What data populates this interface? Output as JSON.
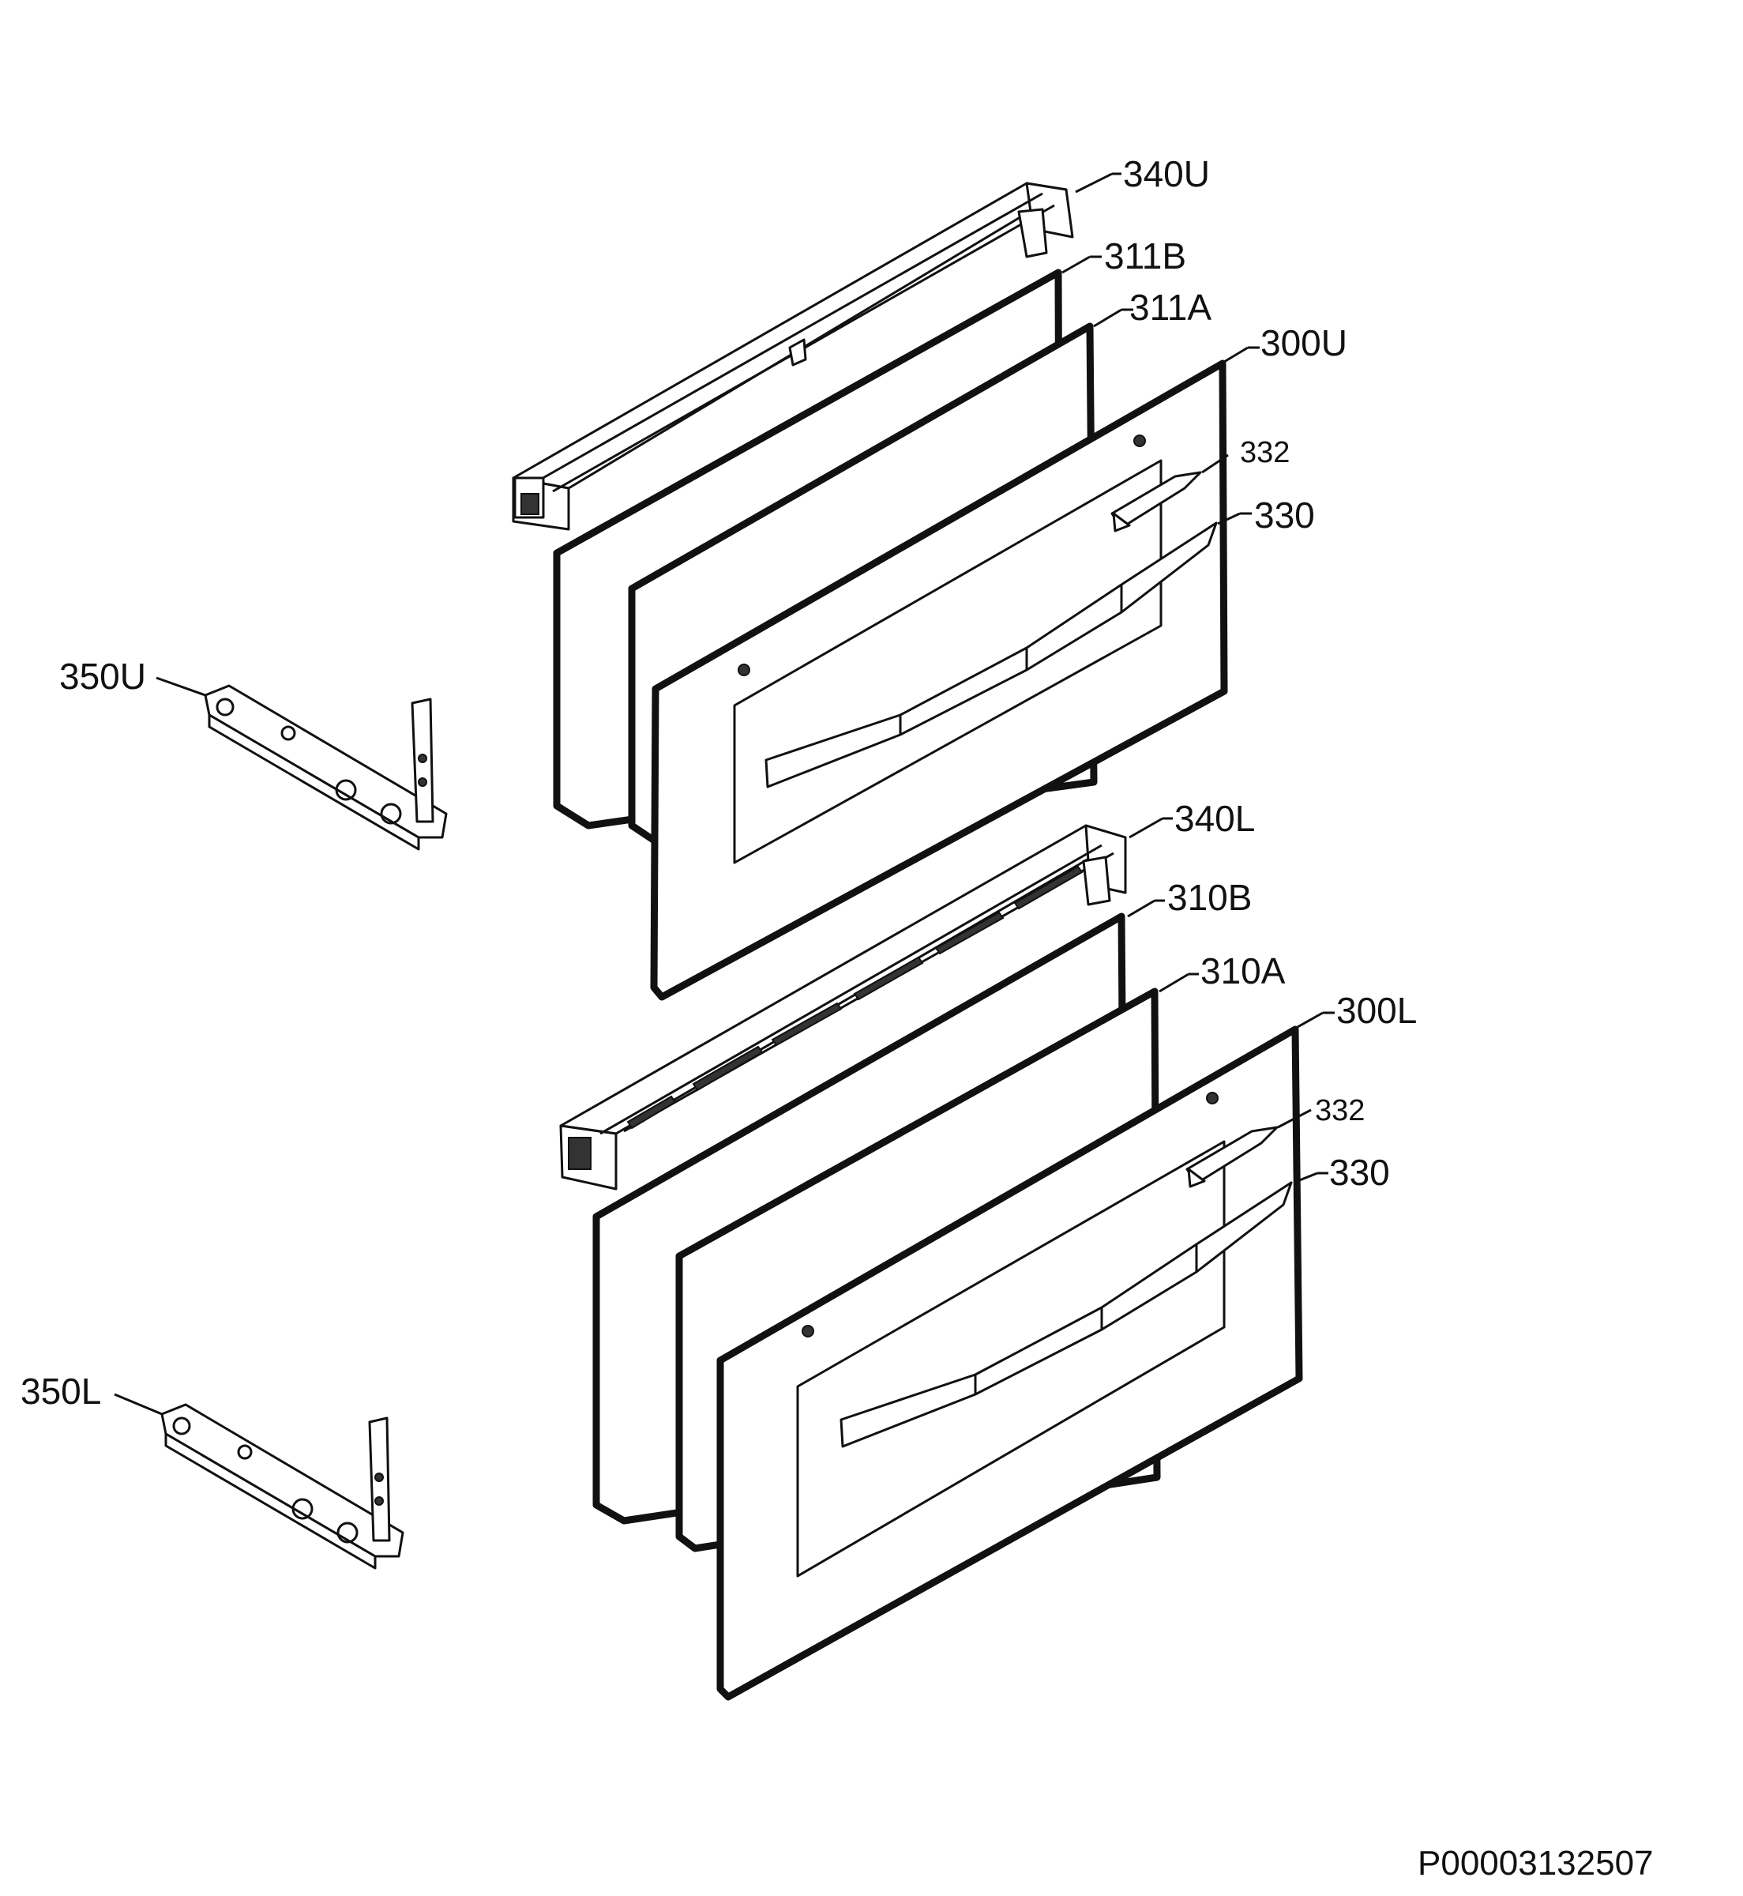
{
  "labels": {
    "upper_trim": "340U",
    "upper_inner_glass_b": "311B",
    "upper_inner_glass_a": "311A",
    "upper_outer_panel": "300U",
    "upper_handle_end": "332",
    "upper_handle": "330",
    "upper_hinge": "350U",
    "lower_trim": "340L",
    "lower_inner_glass_b": "310B",
    "lower_inner_glass_a": "310A",
    "lower_outer_panel": "300L",
    "lower_handle_end": "332",
    "lower_handle": "330",
    "lower_hinge": "350L"
  },
  "document_id": "P00003132507"
}
